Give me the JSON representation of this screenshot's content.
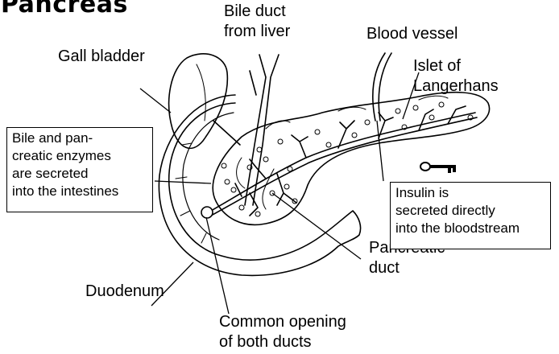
{
  "title": "Pancreas",
  "labels": {
    "bile_duct": [
      "Bile duct",
      "from liver"
    ],
    "blood_vessel": "Blood vessel",
    "gall_bladder": "Gall bladder",
    "islet": [
      "Islet of",
      "Langerhans"
    ],
    "pancreatic_duct": [
      "Pancreatic",
      "duct"
    ],
    "duodenum": "Duodenum",
    "common_opening": [
      "Common opening",
      "of both ducts"
    ]
  },
  "boxes": {
    "bile_enzymes": [
      "Bile and pan-",
      "creatic enzymes",
      "are secreted",
      "into the intestines"
    ],
    "insulin": [
      "Insulin is",
      "secreted directly",
      "into the bloodstream"
    ]
  },
  "icons": {
    "key": "key-icon"
  }
}
